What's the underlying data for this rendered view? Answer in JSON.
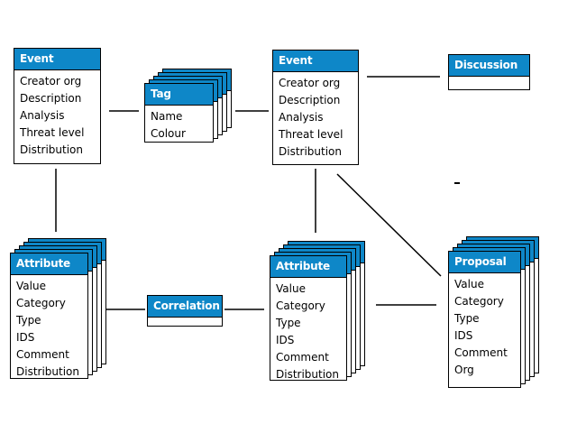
{
  "colors": {
    "accent": "#0e87c8",
    "ink": "#000000",
    "paper": "#ffffff"
  },
  "entities": {
    "event_left": {
      "title": "Event",
      "fields": [
        "Creator org",
        "Description",
        "Analysis",
        "Threat level",
        "Distribution"
      ]
    },
    "tag": {
      "title": "Tag",
      "fields": [
        "Name",
        "Colour"
      ]
    },
    "event_right": {
      "title": "Event",
      "fields": [
        "Creator org",
        "Description",
        "Analysis",
        "Threat level",
        "Distribution"
      ]
    },
    "discussion": {
      "title": "Discussion",
      "fields": []
    },
    "attribute_left": {
      "title": "Attribute",
      "fields": [
        "Value",
        "Category",
        "Type",
        "IDS",
        "Comment",
        "Distribution"
      ]
    },
    "correlation": {
      "title": "Correlation",
      "fields": []
    },
    "attribute_middle": {
      "title": "Attribute",
      "fields": [
        "Value",
        "Category",
        "Type",
        "IDS",
        "Comment",
        "Distribution"
      ]
    },
    "proposal": {
      "title": "Proposal",
      "fields": [
        "Value",
        "Category",
        "Type",
        "IDS",
        "Comment",
        "Org"
      ]
    }
  }
}
